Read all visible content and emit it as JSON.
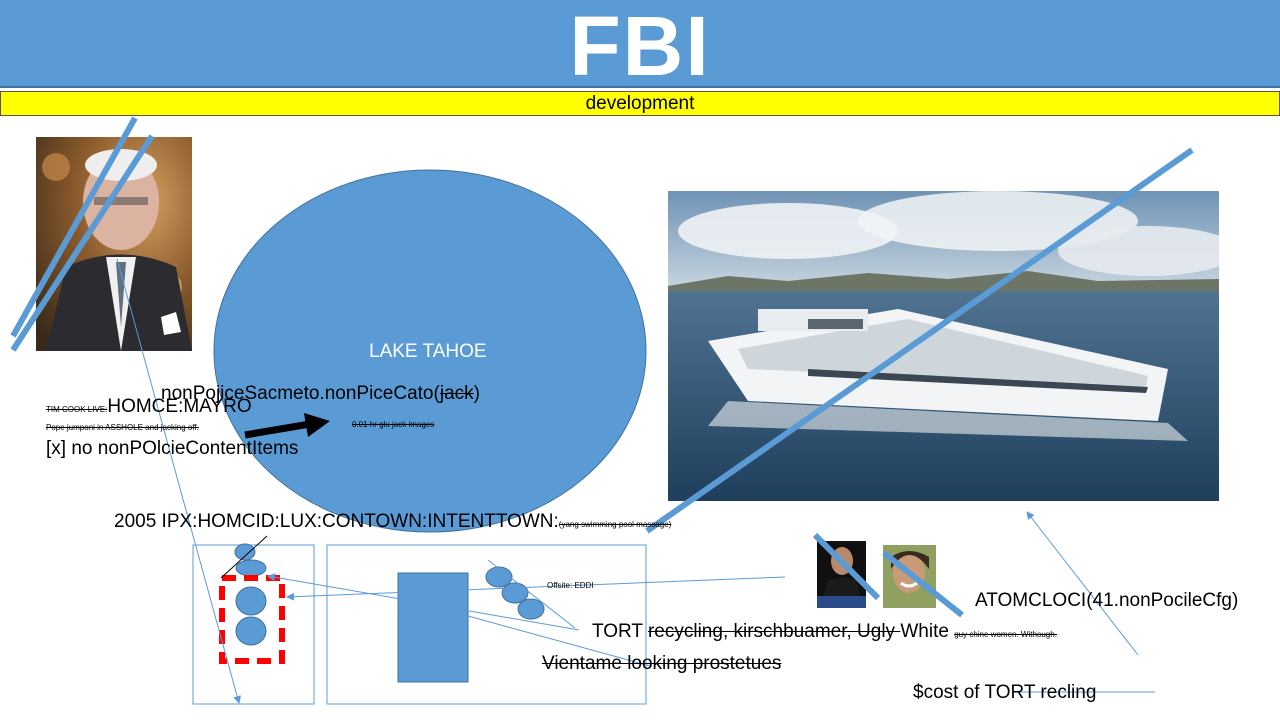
{
  "slide": {
    "title": "FBI",
    "subtitle": "development"
  },
  "ellipse": {
    "label": "LAKE TAHOE"
  },
  "texts": {
    "np_prefix": "nonPojiceSacmeto.nonPiceCato(",
    "np_strike": "jack",
    "np_suffix": ")",
    "jack_images": "0.01 hr glu jack images",
    "timcook_small": "TIM COOK LIVE:",
    "homce": "HOMCE:MAYRO",
    "pope": "Pope jumponi in ASSHOLE and jacking off.",
    "no_content": "[x] no nonPOlcieContentItems",
    "ipx_main": "2005 IPX:HOMCID:LUX:CONTOWN:INTENTTOWN:",
    "ipx_small": "(yang swimming pool massage)",
    "offsite": "Offsite: EDDI",
    "tort_plain": "TORT ",
    "tort_strike": "recycling, kirschbuamer, Ugly ",
    "tort_white": "White",
    "tort_small": "guy chine women. Withough.",
    "vientame": "Vientame looking prostetues",
    "atomc": "ATOMCLOCI(41.nonPocileCfg)",
    "cost": "$cost of TORT recling"
  },
  "colors": {
    "accent_blue": "#5b9bd5",
    "yellow": "#ffff00",
    "red_dash": "#ff0000"
  }
}
